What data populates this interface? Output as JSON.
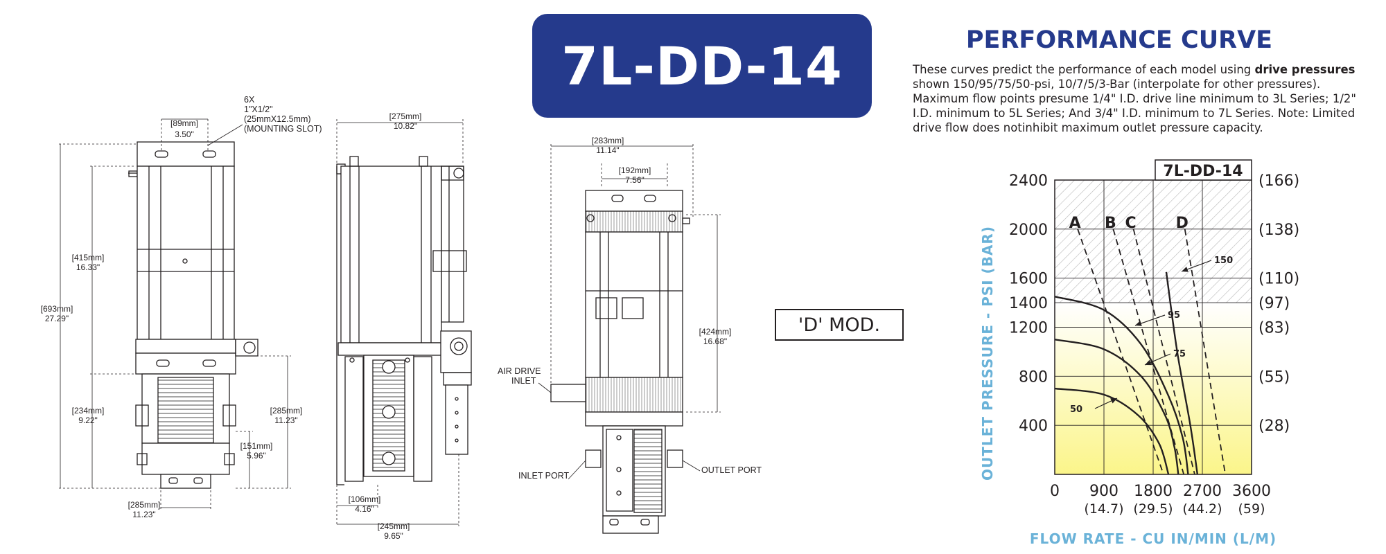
{
  "header": {
    "model_title": "7L-DD-14"
  },
  "performance": {
    "title": "PERFORMANCE CURVE",
    "desc_1": "These curves predict the performance of each model using ",
    "desc_bold": "drive pressures",
    "desc_2": " shown 150/95/75/50-psi, 10/7/5/3-Bar (interpolate for other pressures). Maximum flow points presume 1/4\" I.D. drive line minimum to 3L Series; 1/2\" I.D. minimum to 5L Series; And 3/4\" I.D. minimum to 7L Series. Note: Limited drive flow does notinhibit maximum outlet pressure capacity."
  },
  "mod_label": "'D' MOD.",
  "drawing": {
    "front": {
      "slot_note_1": "6X",
      "slot_note_2": "1\"X1/2\"",
      "slot_note_3": "(25mmX12.5mm)",
      "slot_note_4": "(MOUNTING SLOT)",
      "dim_89_mm": "[89mm]",
      "dim_89_in": "3.50\"",
      "dim_415_mm": "[415mm]",
      "dim_415_in": "16.33\"",
      "dim_693_mm": "[693mm]",
      "dim_693_in": "27.29\"",
      "dim_234_mm": "[234mm]",
      "dim_234_in": "9.22\"",
      "dim_285v_mm": "[285mm]",
      "dim_285v_in": "11.23\"",
      "dim_151_mm": "[151mm]",
      "dim_151_in": "5.96\"",
      "dim_285h_mm": "[285mm]",
      "dim_285h_in": "11.23\""
    },
    "side": {
      "dim_275_mm": "[275mm]",
      "dim_275_in": "10.82\"",
      "dim_106_mm": "[106mm]",
      "dim_106_in": "4.16\"",
      "dim_245_mm": "[245mm]",
      "dim_245_in": "9.65\""
    },
    "rear": {
      "dim_283_mm": "[283mm]",
      "dim_283_in": "11.14\"",
      "dim_192_mm": "[192mm]",
      "dim_192_in": "7.56\"",
      "dim_424_mm": "[424mm]",
      "dim_424_in": "16.68\"",
      "air_drive_1": "AIR DRIVE",
      "air_drive_2": "INLET",
      "inlet_port": "INLET PORT",
      "outlet_port": "OUTLET PORT"
    }
  },
  "chart_data": {
    "type": "line",
    "title": "7L-DD-14",
    "xlabel": "FLOW RATE - CU IN/MIN (L/M)",
    "ylabel": "OUTLET PRESSURE - PSI (BAR)",
    "xlim": [
      0,
      3600
    ],
    "ylim": [
      0,
      2400
    ],
    "x_ticks": [
      "0",
      "900",
      "1800",
      "2700",
      "3600"
    ],
    "x_ticks_secondary": [
      "(14.7)",
      "(29.5)",
      "(44.2)",
      "(59)"
    ],
    "y_ticks": [
      "400",
      "800",
      "1200",
      "1400",
      "1600",
      "2000",
      "2400"
    ],
    "y_ticks_secondary": [
      "(28)",
      "(55)",
      "(83)",
      "(97)",
      "(110)",
      "(138)",
      "(166)"
    ],
    "hatched_region": {
      "from_psi": 1400,
      "to_psi": 2400
    },
    "drive_pressure_curves": [
      {
        "name": "150",
        "points": [
          [
            2040,
            1650
          ],
          [
            2240,
            1000
          ],
          [
            2480,
            400
          ],
          [
            2610,
            0
          ]
        ]
      },
      {
        "name": "95",
        "points": [
          [
            0,
            1450
          ],
          [
            900,
            1340
          ],
          [
            1580,
            1060
          ],
          [
            2080,
            640
          ],
          [
            2340,
            300
          ],
          [
            2440,
            0
          ]
        ]
      },
      {
        "name": "75",
        "points": [
          [
            0,
            1100
          ],
          [
            900,
            1020
          ],
          [
            1580,
            800
          ],
          [
            2020,
            480
          ],
          [
            2190,
            220
          ],
          [
            2260,
            0
          ]
        ]
      },
      {
        "name": "50",
        "points": [
          [
            0,
            700
          ],
          [
            900,
            650
          ],
          [
            1530,
            480
          ],
          [
            1910,
            250
          ],
          [
            2080,
            0
          ]
        ]
      }
    ],
    "model_lines": [
      {
        "name": "A",
        "points": [
          [
            420,
            2000
          ],
          [
            1990,
            0
          ]
        ]
      },
      {
        "name": "B",
        "points": [
          [
            1070,
            2000
          ],
          [
            2360,
            0
          ]
        ]
      },
      {
        "name": "C",
        "points": [
          [
            1440,
            2000
          ],
          [
            2560,
            0
          ]
        ]
      },
      {
        "name": "D",
        "points": [
          [
            2380,
            2000
          ],
          [
            3120,
            0
          ]
        ]
      }
    ]
  }
}
